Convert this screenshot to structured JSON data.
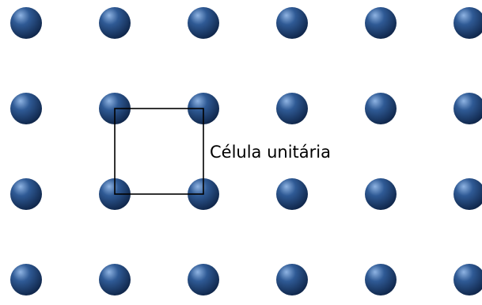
{
  "diagram": {
    "label": "Célula unitária",
    "lattice": {
      "rows": 4,
      "columns": 6
    },
    "unit_cell": {
      "row_span": [
        1,
        2
      ],
      "column_span": [
        1,
        2
      ]
    },
    "colors": {
      "atom_highlight": "#8fb4e3",
      "atom_base": "#2f5a95",
      "atom_shadow": "#0e2447",
      "cell_outline": "#000000",
      "background": "#ffffff"
    }
  }
}
